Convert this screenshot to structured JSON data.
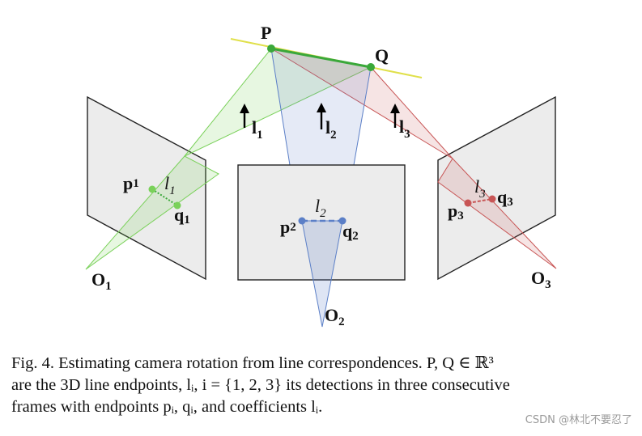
{
  "figure": {
    "labels": {
      "P": "P",
      "Q": "Q",
      "l1": "l",
      "l1_sub": "1",
      "l2": "l",
      "l2_sub": "2",
      "l3": "l",
      "l3_sub": "3",
      "p1": "p",
      "p1_sub": "1",
      "q1": "q",
      "q1_sub": "1",
      "il1": "l",
      "il1_sub": "1",
      "p2": "p",
      "p2_sub": "2",
      "q2": "q",
      "q2_sub": "2",
      "il2": "l",
      "il2_sub": "2",
      "p3": "p",
      "p3_sub": "3",
      "q3": "q",
      "q3_sub": "3",
      "il3": "l",
      "il3_sub": "3",
      "O1": "O",
      "O1_sub": "1",
      "O2": "O",
      "O2_sub": "2",
      "O3": "O",
      "O3_sub": "3"
    },
    "colors": {
      "frame1": "#7ad15a",
      "frame2": "#5b7fc7",
      "frame3": "#c85656",
      "line3d": "#e0e04a",
      "segment": "#3aa83a",
      "plane_fill": "#ececec"
    }
  },
  "caption": {
    "line1": "Fig. 4.    Estimating camera rotation from line correspondences. P, Q ∈ ℝ³",
    "line2": "are the 3D line endpoints, lᵢ, i = {1, 2, 3} its detections in three consecutive",
    "line3": "frames with endpoints pᵢ, qᵢ, and coefficients lᵢ."
  },
  "watermark": "CSDN @林北不要忍了"
}
